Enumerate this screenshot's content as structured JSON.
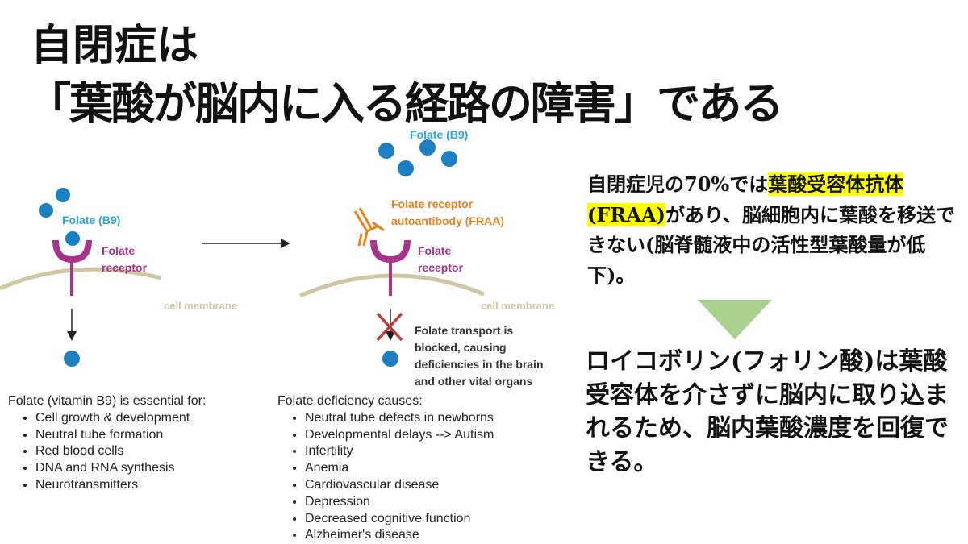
{
  "title": {
    "line1": "自閉症は",
    "line2": "「葉酸が脳内に入る経路の障害」である"
  },
  "diagram": {
    "left": {
      "folate_label": "Folate (B9)",
      "receptor_label_1": "Folate",
      "receptor_label_2": "receptor",
      "membrane_label": "cell membrane"
    },
    "right": {
      "folate_label": "Folate (B9)",
      "antibody_label_1": "Folate receptor",
      "antibody_label_2": "autoantibody (FRAA)",
      "receptor_label_1": "Folate",
      "receptor_label_2": "receptor",
      "membrane_label": "cell membrane",
      "blocked_lines": [
        "Folate transport is",
        "blocked, causing",
        "deficiencies in the brain",
        "and other vital organs"
      ]
    },
    "colors": {
      "folate": "#1b7fc1",
      "receptor": "#a8338a",
      "antibody": "#e8821e",
      "membrane": "#cfc6a3",
      "block_x": "#c0393b"
    }
  },
  "essential": {
    "heading": "Folate (vitamin B9) is essential for:",
    "items": [
      "Cell growth & development",
      "Neutral tube formation",
      "Red blood cells",
      "DNA and RNA synthesis",
      "Neurotransmitters"
    ]
  },
  "deficiency": {
    "heading": "Folate deficiency causes:",
    "items": [
      "Neutral tube defects in newborns",
      "Developmental delays --> Autism",
      "Infertility",
      "Anemia",
      "Cardiovascular disease",
      "Depression",
      "Decreased cognitive function",
      "Alzheimer's disease"
    ]
  },
  "right_text": {
    "p1_a": "自閉症児の70%では",
    "p1_highlight_1": "葉酸受容体",
    "p1_highlight_2": "抗体(FRAA)",
    "p1_b": "があり、脳細胞内に葉酸を移送できない(脳脊髄液中の活性型葉酸量が低下)。",
    "p2": "ロイコボリン(フォリン酸)は葉酸受容体を介さずに脳内に取り込まれるため、脳内葉酸濃度を回復できる。",
    "highlight_color": "#ffff00",
    "arrow_color": "#a9d18e"
  }
}
